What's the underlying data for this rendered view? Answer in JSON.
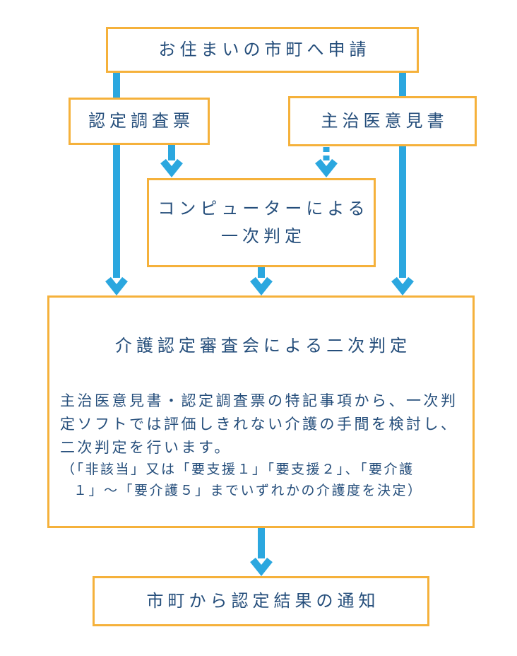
{
  "colors": {
    "box_border": "#F5B13B",
    "arrow_blue": "#2BA7DF",
    "text_navy": "#254E7B",
    "background": "#FFFFFF"
  },
  "flow": {
    "apply_box": {
      "label": "お住まいの市町へ申請"
    },
    "survey_box": {
      "label": "認定調査票"
    },
    "doctor_box": {
      "label": "主治医意見書"
    },
    "primary_box": {
      "label_line1": "コンピューターによる",
      "label_line2": "一次判定"
    },
    "review_box": {
      "title": "介護認定審査会による二次判定",
      "body_lines": [
        "主治医意見書・認定調査票の特記事項から、一次判",
        "定ソフトでは評価しきれない介護の手間を検討し、",
        "二次判定を行います。"
      ],
      "note_lines": [
        "（「非該当」又は「要支援１」「要支援２」、「要介護",
        "１」～「要介護５」までいずれかの介護度を決定）"
      ]
    },
    "result_box": {
      "label": "市町から認定結果の通知"
    }
  }
}
